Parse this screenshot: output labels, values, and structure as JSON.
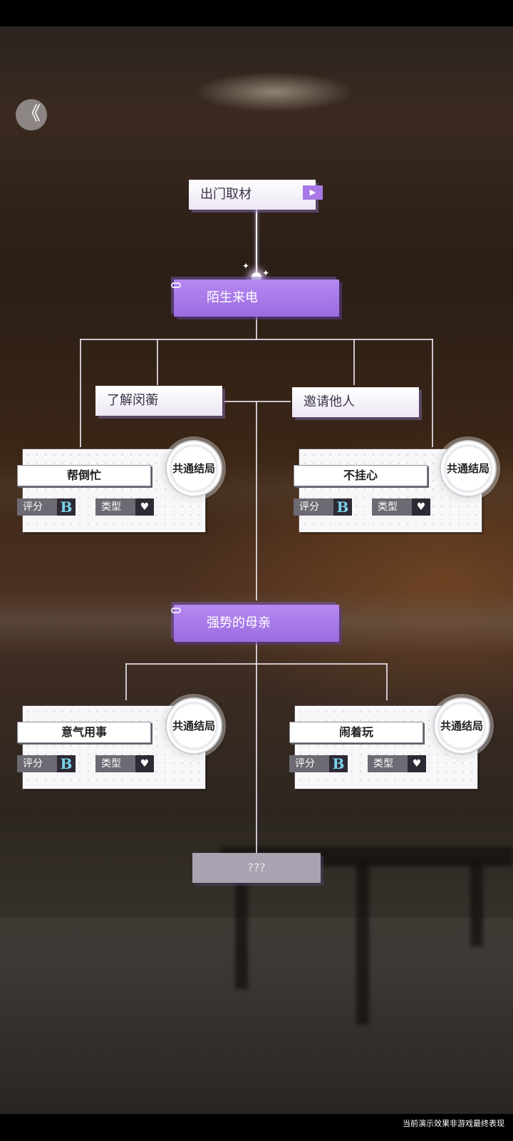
{
  "nav": {
    "back_glyph": "《"
  },
  "nodes": {
    "start": {
      "label": "出门取材",
      "tag_icon": "play-icon"
    },
    "branch1": {
      "label": "陌生来电"
    },
    "choice_left": {
      "label": "了解闵蘅"
    },
    "choice_right": {
      "label": "邀请他人"
    },
    "branch2": {
      "label": "强势的母亲"
    },
    "unknown": {
      "label": "???"
    }
  },
  "endings": [
    {
      "title": "帮倒忙",
      "medal": "共通结局",
      "score_label": "评分",
      "grade": "B",
      "type_label": "类型",
      "type_icon": "broken-heart-icon"
    },
    {
      "title": "不挂心",
      "medal": "共通结局",
      "score_label": "评分",
      "grade": "B",
      "type_label": "类型",
      "type_icon": "broken-heart-icon"
    },
    {
      "title": "意气用事",
      "medal": "共通结局",
      "score_label": "评分",
      "grade": "B",
      "type_label": "类型",
      "type_icon": "broken-heart-icon"
    },
    {
      "title": "闹着玩",
      "medal": "共通结局",
      "score_label": "评分",
      "grade": "B",
      "type_label": "类型",
      "type_icon": "broken-heart-icon"
    }
  ],
  "footer": {
    "note": "当前演示效果非游戏最终表现"
  },
  "colors": {
    "accent_purple": "#a879e6",
    "grade_blue": "#7ad0ea"
  }
}
